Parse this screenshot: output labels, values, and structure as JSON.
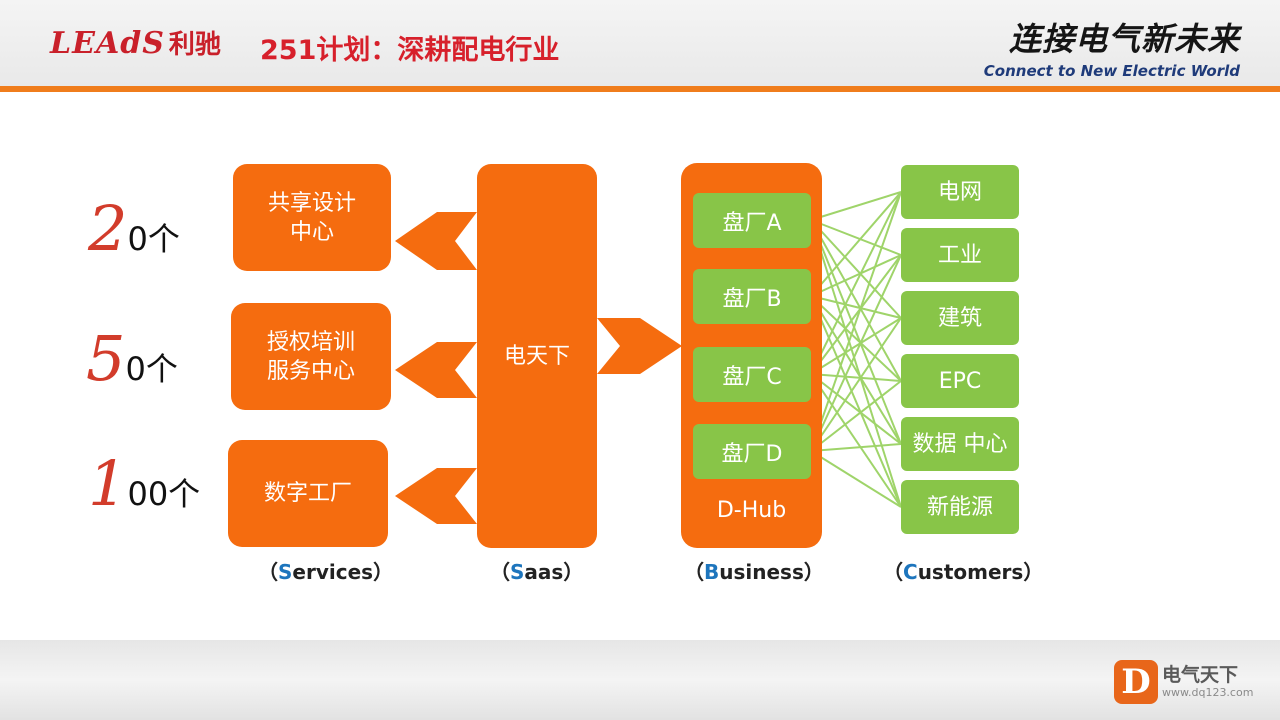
{
  "header": {
    "logo_en": "LEAdS",
    "logo_cn": "利驰",
    "title": "251计划：深耕配电行业",
    "slogan_cn": "连接电气新未来",
    "slogan_en": "Connect to New Electric World"
  },
  "counts": [
    {
      "big": "2",
      "rest": "0个"
    },
    {
      "big": "5",
      "rest": "0个"
    },
    {
      "big": "1",
      "rest": "00个"
    }
  ],
  "services": [
    {
      "line1": "共享设计",
      "line2": "中心"
    },
    {
      "line1": "授权培训",
      "line2": "服务中心"
    },
    {
      "line1": "数字工厂",
      "line2": ""
    }
  ],
  "saas": {
    "label": "电天下"
  },
  "business": {
    "plants": [
      "盘厂A",
      "盘厂B",
      "盘厂C",
      "盘厂D"
    ],
    "hub_label": "D-Hub"
  },
  "customers": [
    {
      "line1": "电网",
      "line2": ""
    },
    {
      "line1": "工业",
      "line2": ""
    },
    {
      "line1": "建筑",
      "line2": ""
    },
    {
      "line1": "EPC",
      "line2": ""
    },
    {
      "line1": "数据",
      "line2": "中心"
    },
    {
      "line1": "新能源",
      "line2": ""
    }
  ],
  "categories": [
    {
      "open": "（",
      "first": "S",
      "rest": "ervices",
      "close": "）"
    },
    {
      "open": "（",
      "first": "S",
      "rest": "aas",
      "close": "）"
    },
    {
      "open": "（",
      "first": "B",
      "rest": "usiness",
      "close": "）"
    },
    {
      "open": "（",
      "first": "C",
      "rest": "ustomers",
      "close": "）"
    }
  ],
  "brand": {
    "cn": "电气天下",
    "url": "www.dq123.com",
    "badge": "D"
  },
  "colors": {
    "orange": "#f56c0f",
    "green": "#88c548",
    "red": "#d7202b",
    "link": "#9fd46a"
  }
}
